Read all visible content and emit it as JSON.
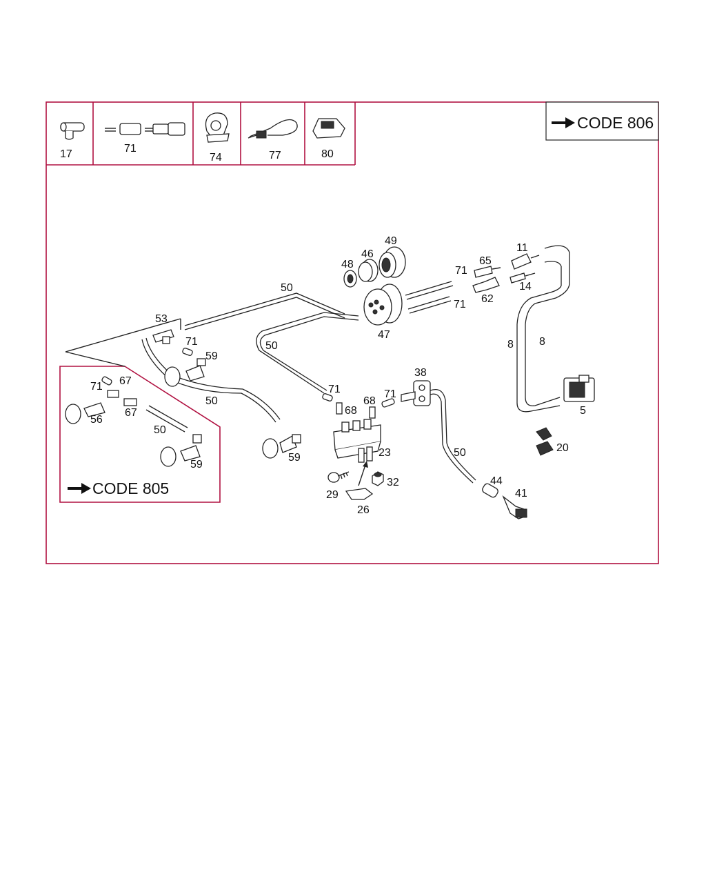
{
  "colors": {
    "frame": "#b01040",
    "ink": "#111111",
    "background": "#ffffff"
  },
  "legend": [
    {
      "number": "17"
    },
    {
      "number": "71"
    },
    {
      "number": "74"
    },
    {
      "number": "77"
    },
    {
      "number": "80"
    }
  ],
  "codes": {
    "top_right": "CODE 806",
    "inset": "CODE 805"
  },
  "callouts": [
    "49",
    "46",
    "48",
    "47",
    "50",
    "50",
    "50",
    "50",
    "50",
    "71",
    "71",
    "71",
    "71",
    "71",
    "71",
    "71",
    "65",
    "62",
    "11",
    "14",
    "8",
    "8",
    "5",
    "20",
    "53",
    "59",
    "59",
    "59",
    "67",
    "67",
    "56",
    "38",
    "68",
    "68",
    "23",
    "29",
    "32",
    "26",
    "44",
    "41"
  ]
}
